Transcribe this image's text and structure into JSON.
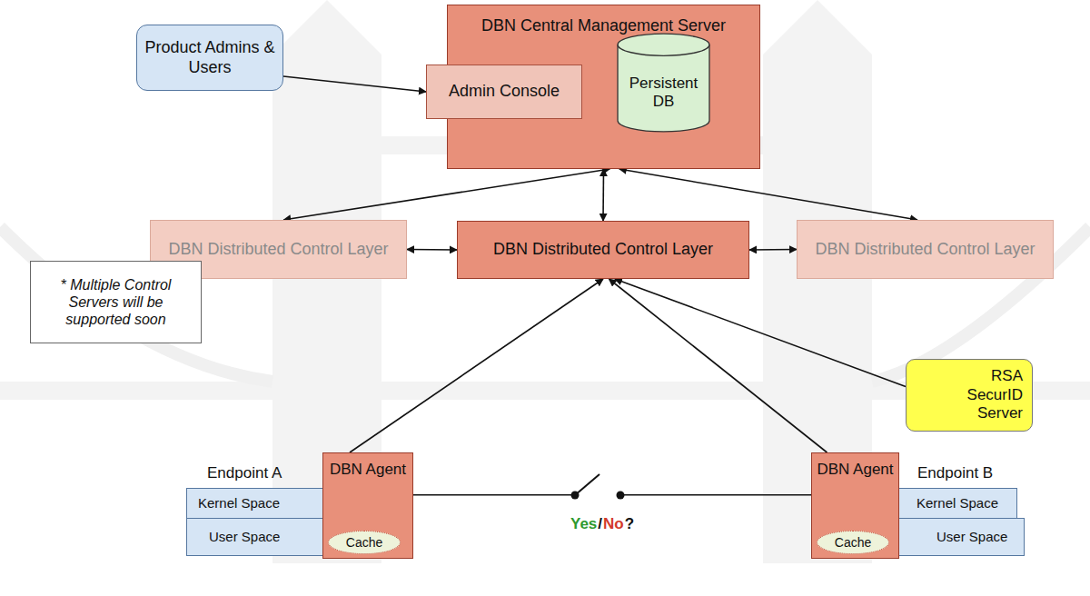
{
  "diagram": {
    "nodes": [
      {
        "text": [
          "Product Admins & Users"
        ]
      },
      {
        "text": [
          "DBN Central Management Server"
        ]
      },
      {
        "text": [
          "Admin Console"
        ],
        "in": 1
      },
      {
        "text": [
          "Persistent DB"
        ],
        "in": 1
      },
      {
        "text": [
          "DBN Distributed Control Layer"
        ]
      },
      {
        "text": [
          "DBN Distributed Control Layer"
        ]
      },
      {
        "text": [
          "DBN Distributed Control Layer"
        ]
      },
      {
        "text": [
          "* Multiple Control Servers will be supported soon"
        ]
      },
      {
        "text": [
          "RSA SecurID Server"
        ]
      },
      {
        "text": [
          "DBN Agent"
        ]
      },
      {
        "text": [
          "Cache"
        ],
        "in": 9
      },
      {
        "text": [
          "Kernel Space"
        ]
      },
      {
        "text": [
          "User Space"
        ]
      },
      {
        "text": [
          "DBN Agent"
        ]
      },
      {
        "text": [
          "Cache"
        ],
        "in": 13
      },
      {
        "text": [
          "Kernel Space"
        ]
      },
      {
        "text": [
          "User Space"
        ]
      }
    ],
    "edges": [
      {
        "from": 0,
        "to": 2,
        "arrow": "to"
      },
      {
        "from": 5,
        "to": 1,
        "arrow": "both"
      },
      {
        "from": 1,
        "to": 4,
        "arrow": "both"
      },
      {
        "from": 1,
        "to": 6,
        "arrow": "both"
      },
      {
        "from": 4,
        "to": 5,
        "arrow": "both"
      },
      {
        "from": 5,
        "to": 6,
        "arrow": "both"
      },
      {
        "from": 9,
        "to": 5,
        "arrow": "to"
      },
      {
        "from": 13,
        "to": 5,
        "arrow": "to"
      },
      {
        "from": 8,
        "to": 5,
        "arrow": "to"
      },
      {
        "from": 9,
        "to": 13,
        "arrow": "none"
      }
    ],
    "labels": [
      "Endpoint A",
      "Endpoint B",
      "Yes",
      "/",
      "No",
      "?"
    ]
  }
}
